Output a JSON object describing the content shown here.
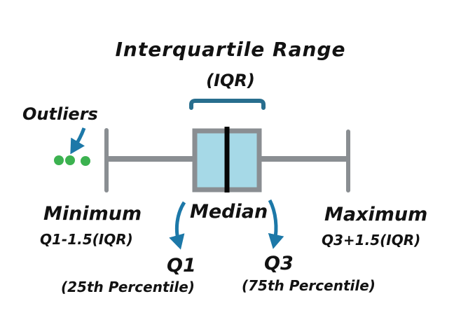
{
  "diagram": {
    "title": "Interquartile Range",
    "subtitle": "(IQR)",
    "labels": {
      "outliers": "Outliers",
      "minimum": "Minimum",
      "median": "Median",
      "maximum": "Maximum",
      "q1_formula": "Q1-1.5(IQR)",
      "q3_formula": "Q3+1.5(IQR)",
      "q1": "Q1",
      "q3": "Q3",
      "q1_percentile": "(25th Percentile)",
      "q3_percentile": "(75th Percentile)"
    },
    "colors": {
      "background": "#ffffff",
      "text": "#121212",
      "box_fill": "#a6d9e7",
      "box_border": "#8a8e92",
      "whisker": "#8a8e92",
      "median_line": "#060606",
      "outlier_dot": "#3cb250",
      "arrow": "#1c78a8",
      "bracket": "#286e8e"
    },
    "icons": {
      "iqr_bracket": "top-bracket-icon",
      "outlier_arrow": "curved-down-arrow-icon",
      "q1_arrow": "curved-down-arrow-icon",
      "q3_arrow": "curved-down-arrow-icon",
      "outlier_dots": "dot-icon"
    }
  }
}
